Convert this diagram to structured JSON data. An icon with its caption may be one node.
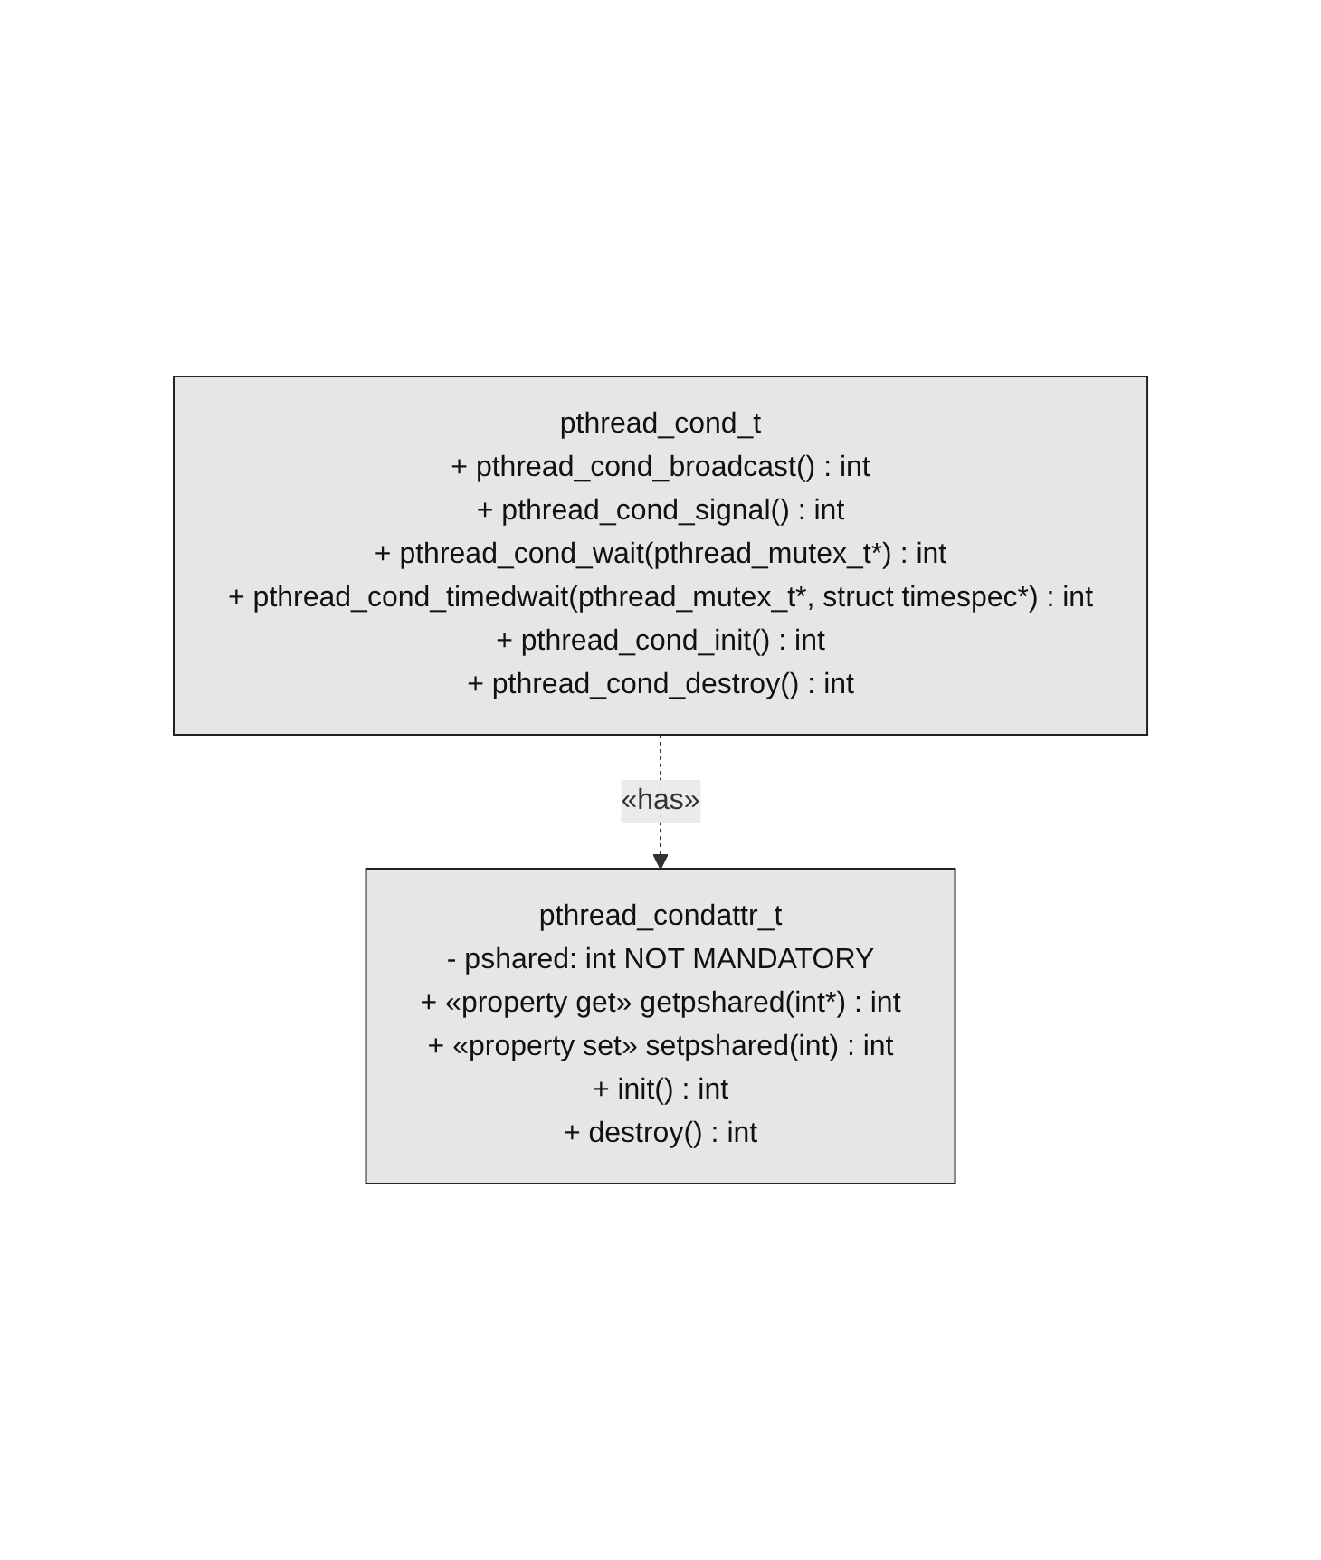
{
  "diagram": {
    "nodes": [
      {
        "text": [
          "pthread_cond_t",
          "+ pthread_cond_broadcast() : int",
          "+ pthread_cond_signal() : int",
          "+ pthread_cond_wait(pthread_mutex_t*) : int",
          "+ pthread_cond_timedwait(pthread_mutex_t*, struct timespec*) : int",
          "+ pthread_cond_init() : int",
          "+ pthread_cond_destroy() : int"
        ]
      },
      {
        "text": [
          "pthread_condattr_t",
          "- pshared:  int NOT MANDATORY",
          "+ «property get» getpshared(int*) : int",
          "+ «property set» setpshared(int) : int",
          "+ init() : int",
          "+ destroy() : int"
        ]
      }
    ],
    "edges": [
      {
        "from": 0,
        "to": 1,
        "arrow": "to",
        "label": "«has»",
        "style": "dashed"
      }
    ]
  }
}
